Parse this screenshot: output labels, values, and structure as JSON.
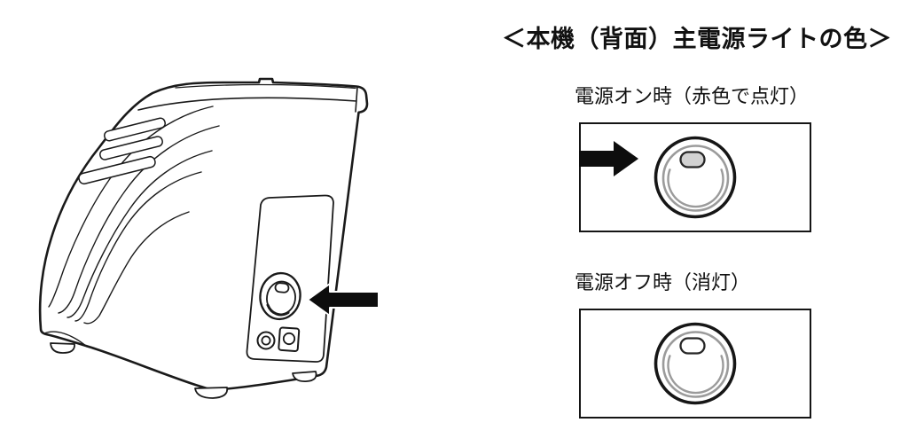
{
  "figure": {
    "title": "＜本機（背面）主電源ライトの色＞",
    "device_caption": "device-rear-view-line-art",
    "states": [
      {
        "label": "電源オン時（赤色で点灯）",
        "indicator": "on",
        "indicator_fill": "#d2d2d2",
        "has_arrow": true
      },
      {
        "label": "電源オフ時（消灯）",
        "indicator": "off",
        "indicator_fill": "#ffffff",
        "has_arrow": false
      }
    ]
  },
  "colors": {
    "line": "#1a1a1a",
    "arrow": "#0d0d0d",
    "ring_gray": "#9b9b9b",
    "background": "#ffffff",
    "indicator_on_fill": "#d2d2d2",
    "indicator_off_fill": "#ffffff"
  }
}
